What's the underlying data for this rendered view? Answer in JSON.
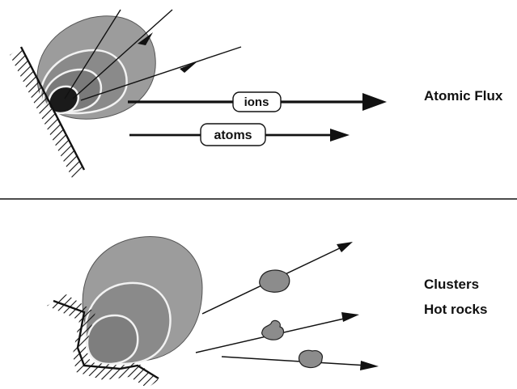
{
  "top_panel": {
    "label": "Atomic Flux",
    "ion_stream_label": "ions",
    "atom_stream_label": "atoms"
  },
  "bottom_panel": {
    "label_line1": "Clusters",
    "label_line2": "Hot rocks"
  },
  "colors": {
    "ink": "#111111",
    "plume_outer": "#9c9c9c",
    "plume_mid": "#8a8a8a",
    "plume_inner": "#7a7a7a",
    "plume_core": "#1a1a1a",
    "contour": "#f2f2f2",
    "cluster": "#8c8c8c"
  }
}
